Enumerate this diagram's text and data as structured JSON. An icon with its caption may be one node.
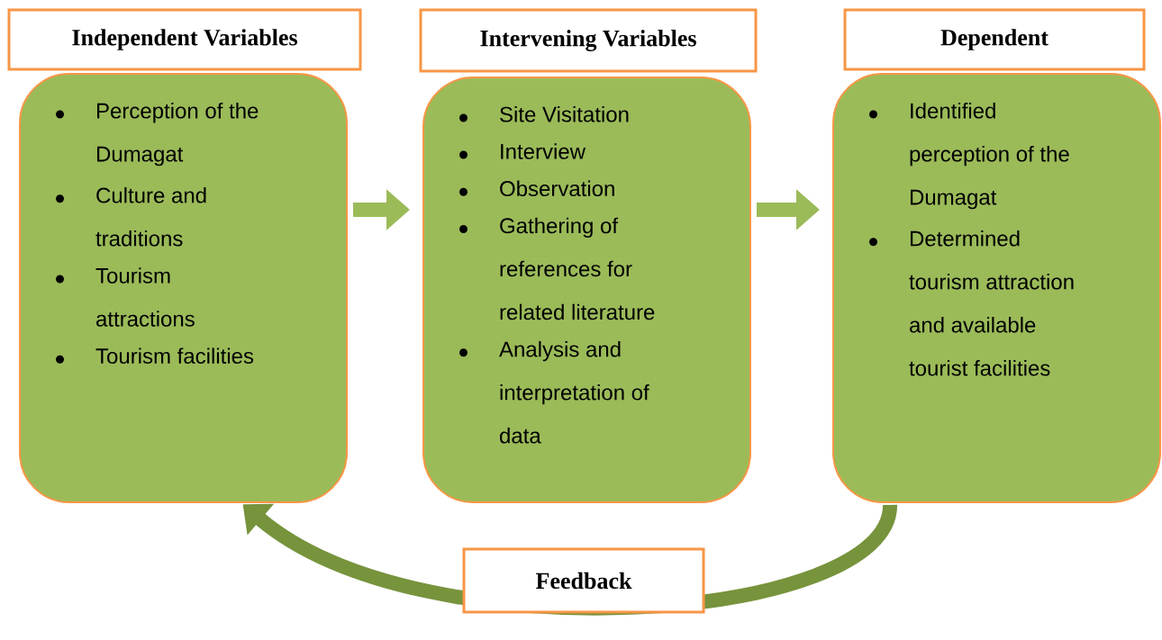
{
  "diagram": {
    "nodes": [
      {
        "text": [
          "Independent Variables"
        ]
      },
      {
        "text": [
          "Perception of the Dumagat",
          "Culture and traditions",
          "Tourism attractions",
          "Tourism facilities"
        ]
      },
      {
        "text": [
          "Intervening Variables"
        ]
      },
      {
        "text": [
          "Site Visitation",
          "Interview",
          "Observation",
          "Gathering of references for related literature",
          "Analysis and interpretation of data"
        ]
      },
      {
        "text": [
          "Dependent"
        ]
      },
      {
        "text": [
          "Identified perception of the Dumagat",
          "Determined tourism attraction and available tourist facilities"
        ]
      }
    ],
    "edges": [
      {
        "from": 1,
        "to": 3,
        "arrow": "to"
      },
      {
        "from": 3,
        "to": 5,
        "arrow": "to"
      },
      {
        "from": 5,
        "to": 1,
        "arrow": "to",
        "label": "Feedback"
      }
    ]
  }
}
